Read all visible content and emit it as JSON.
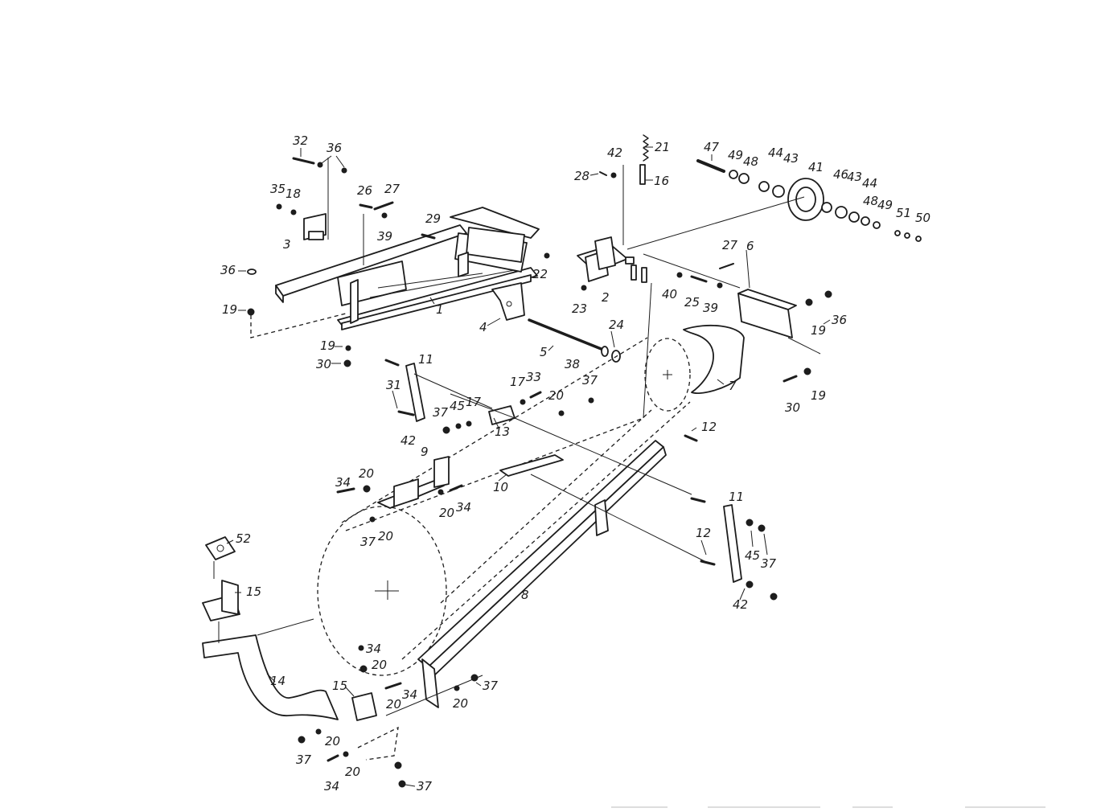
{
  "callouts": [
    "32",
    "36",
    "35",
    "18",
    "26",
    "27",
    "29",
    "39",
    "3",
    "36",
    "19",
    "1",
    "19",
    "30",
    "4",
    "22",
    "23",
    "2",
    "28",
    "42",
    "21",
    "16",
    "47",
    "49",
    "48",
    "44",
    "43",
    "41",
    "46",
    "43",
    "44",
    "48",
    "49",
    "51",
    "50",
    "27",
    "6",
    "40",
    "25",
    "39",
    "24",
    "5",
    "38",
    "19",
    "36",
    "7",
    "30",
    "19",
    "11",
    "31",
    "42",
    "37",
    "45",
    "17",
    "17",
    "33",
    "20",
    "37",
    "13",
    "12",
    "9",
    "34",
    "20",
    "20",
    "34",
    "10",
    "37",
    "20",
    "11",
    "12",
    "45",
    "37",
    "42",
    "52",
    "15",
    "8",
    "14",
    "34",
    "20",
    "15",
    "20",
    "34",
    "20",
    "37",
    "37",
    "20",
    "34",
    "20",
    "37"
  ]
}
